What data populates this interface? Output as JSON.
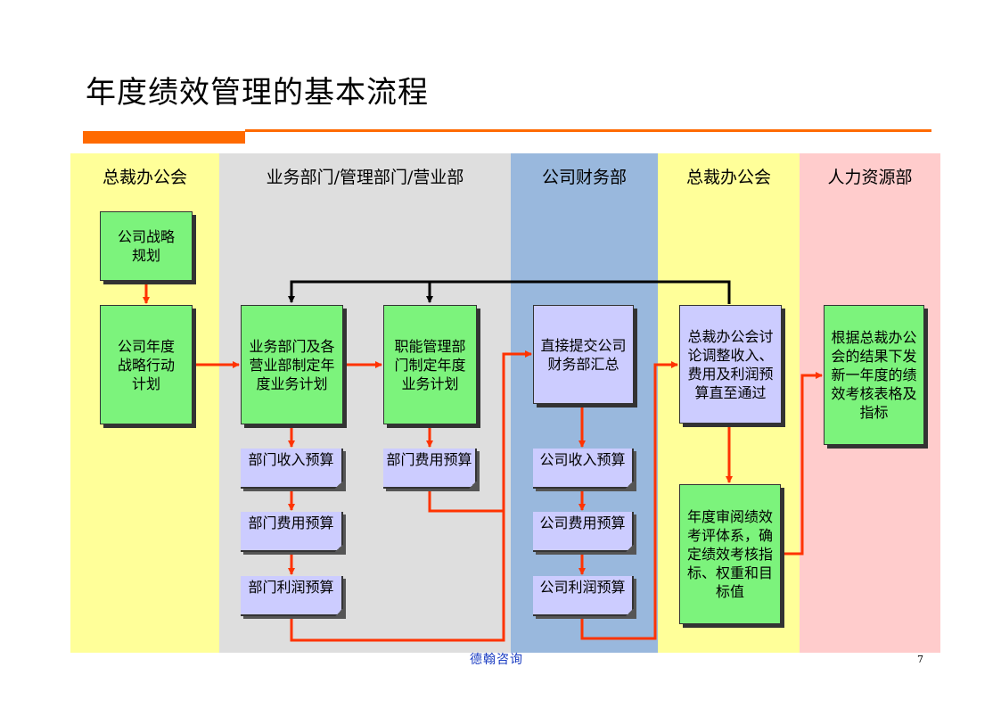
{
  "title": "年度绩效管理的基本流程",
  "lanes": [
    {
      "label": "总裁办公会",
      "color": "#ffff99"
    },
    {
      "label": "业务部门/管理部门/营业部",
      "color": "#dedede"
    },
    {
      "label": "公司财务部",
      "color": "#99b8dd"
    },
    {
      "label": "总裁办公会",
      "color": "#ffff99"
    },
    {
      "label": "人力资源部",
      "color": "#ffcccc"
    }
  ],
  "nodes": {
    "strategy": "公司战略规划",
    "annual_strategy": "公司年度战略行动计划",
    "biz_plan": "业务部门及各营业部制定年度业务计划",
    "func_plan": "职能管理部门制定年度业务计划",
    "finance_summary": "直接提交公司财务部汇总",
    "president_review": "总裁办公会讨论调整收入、费用及利润预算直至通过",
    "hr_issue": "根据总裁办公会的结果下发新一年度的绩效考核表格及指标",
    "annual_review": "年度审阅绩效考评体系，确定绩效考核指标、权重和目标值"
  },
  "docs": {
    "dept_income": "部门收入预算",
    "dept_expense": "部门费用预算",
    "dept_profit": "部门利润预算",
    "func_expense": "部门费用预算",
    "co_income": "公司收入预算",
    "co_expense": "公司费用预算",
    "co_profit": "公司利润预算"
  },
  "footer": "德翰咨询",
  "page_number": "7",
  "colors": {
    "accent": "#ff6a00",
    "arrow": "#ff3300",
    "green_box": "#7cf37c",
    "doc_box": "#ccccff"
  }
}
